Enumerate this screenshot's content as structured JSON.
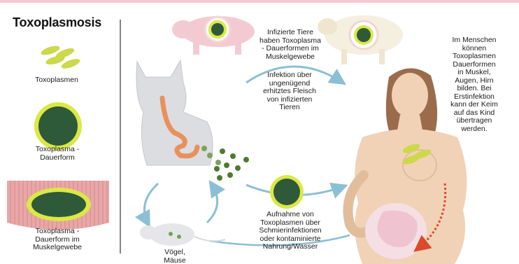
{
  "title": "Toxoplasmosis",
  "legend": [
    {
      "label": "Toxoplasmen"
    },
    {
      "label": "Toxoplasma -\nDauerform"
    },
    {
      "label": "Toxoplasma -\nDauerform im\nMuskelgewebe"
    }
  ],
  "annotations": {
    "infected_animals": "Infizierte Tiere\nhaben Toxoplasma\n- Dauerformen im\nMuskelgewebe",
    "infection_meat": "Infektion über\nungenügend\nerhitztes Fleisch\nvon infizierten\nTieren",
    "human": "Im Menschen\nkönnen\nToxoplasmen\nDauerformen\nin Muskel,\nAugen, Hirn\nbilden. Bei\nErstinfektion\nkann der Keim\nauf das Kind\nübertragen\nwerden.",
    "ingestion": "Aufnahme von\nToxoplasmen über\nSchmierinfektionen\noder kontaminierte\nNahrung/Wasser",
    "birds_mice": "Vögel,\nMäuse"
  },
  "colors": {
    "cyst_green": "#2e5a3a",
    "cyst_ring": "#dbe845",
    "parasite": "#cbd94a",
    "muscle": "#e8a4a4",
    "skin": "#f1d2b6",
    "arrow": "#8bbfd6"
  }
}
